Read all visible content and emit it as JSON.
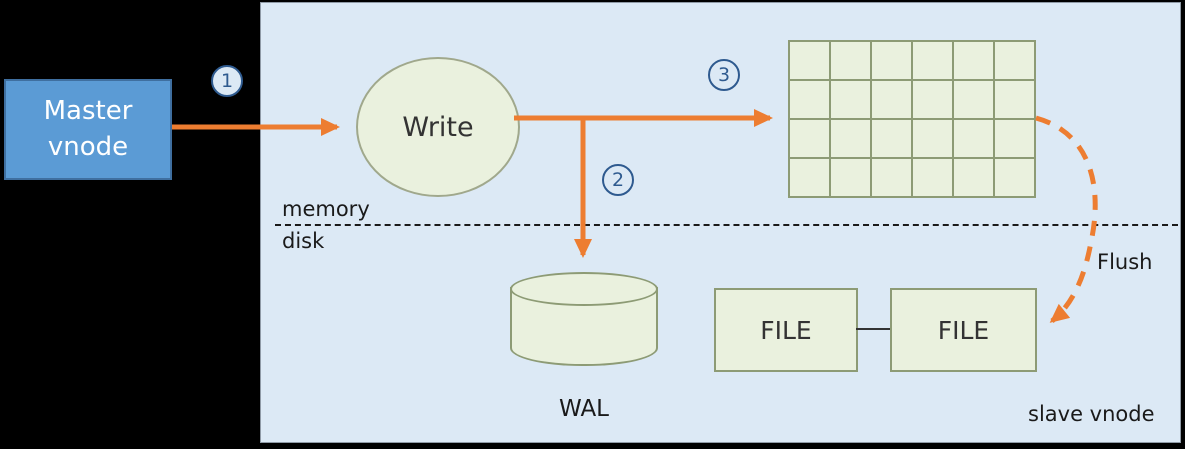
{
  "master": {
    "label": "Master vnode"
  },
  "write": {
    "label": "Write"
  },
  "steps": [
    "1",
    "2",
    "3"
  ],
  "separator": {
    "memory": "memory",
    "disk": "disk"
  },
  "wal": {
    "label": "WAL"
  },
  "files": [
    {
      "label": "FILE"
    },
    {
      "label": "FILE"
    }
  ],
  "flush": {
    "label": "Flush"
  },
  "slave": {
    "label": "slave vnode"
  },
  "grid": {
    "rows": 4,
    "cols": 6
  },
  "colors": {
    "background": "#000000",
    "slave_fill": "#dce9f5",
    "master_fill": "#5b9bd5",
    "master_border": "#3f6fa0",
    "node_fill": "#eaf1de",
    "node_border": "#8d9b75",
    "arrow": "#ed7d31",
    "step_badge": "#2e5a8f",
    "text": "#1a1a1a"
  }
}
